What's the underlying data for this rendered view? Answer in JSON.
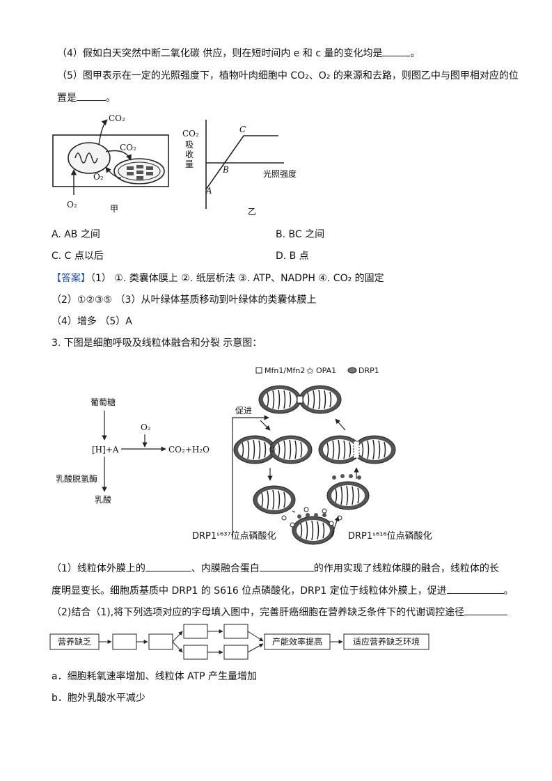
{
  "q4": {
    "text": "（4）假如白天突然中断二氧化碳   供应，则在短时间内 e 和 c 量的变化均是",
    "end": "。"
  },
  "q5": {
    "line1": "（5）图甲表示在一定的光照强度下，植物叶肉细胞中 CO₂、O₂ 的来源和去路，则图乙中与图甲相对应的位",
    "line2": "置是",
    "end": "。"
  },
  "fig_jia": {
    "co2_top": "CO₂",
    "co2_mid": "CO₂",
    "o2_mid": "O₂",
    "o2_bottom": "O₂",
    "caption": "甲"
  },
  "fig_yi": {
    "ylabel_chars": [
      "CO₂",
      "吸",
      "收",
      "量"
    ],
    "xlabel": "光照强度",
    "point_a": "A",
    "point_b": "B",
    "point_c": "C",
    "caption": "乙"
  },
  "options": {
    "a": "A. AB 之间",
    "b": "B. BC 之间",
    "c": "C. C 点以后",
    "d": "D. B 点"
  },
  "answer": {
    "label": "【答案】",
    "line1": "（1）    ①. 类囊体膜上     ②. 纸层析法     ③. ATP、NADPH     ④. CO₂ 的固定",
    "line2": "（2）①②③⑤       （3）从叶绿体基质移动到叶绿体的类囊体膜上",
    "line3": "（4）增多      （5）A"
  },
  "q3": {
    "stem": "3. 下图是细胞呼吸及线粒体融合和分裂   示意图："
  },
  "fig_left": {
    "glucose": "葡萄糖",
    "o2": "O₂",
    "ha": "[H]+A",
    "products": "CO₂+H₂O",
    "enzyme": "乳酸脱氢酶",
    "lactate": "乳酸"
  },
  "fig_right": {
    "legend": [
      "Mfn1/Mfn2",
      "OPA1",
      "DRP1"
    ],
    "promote": "促进",
    "drp1_s637": "DRP1ˢ⁶³⁷位点磷酸化",
    "drp1_s616": "DRP1ˢ⁶¹⁶位点磷酸化"
  },
  "q3_1": {
    "line1_a": "（1）线粒体外膜上的",
    "line1_b": "、内膜融合蛋白",
    "line1_c": "的作用实现了线粒体膜的融合，线粒体的长",
    "line2_a": "度明显变长。细胞质基质中 DRP1 的 S616 位点磷酸化，DRP1 定位于线粒体外膜上，促进",
    "line2_end": "。"
  },
  "q3_2": {
    "text": "（2)结合（1),将下列选项对应的字母填入图中，完善肝癌细胞在营养缺乏条件下的代谢调控途径"
  },
  "flow": {
    "start": "营养缺乏",
    "efficiency": "产能效率提高",
    "end": "适应营养缺乏环境"
  },
  "choices": {
    "a": "a．细胞耗氧速率增加、线粒体 ATP 产生量增加",
    "b": "b．胞外乳酸水平减少"
  }
}
